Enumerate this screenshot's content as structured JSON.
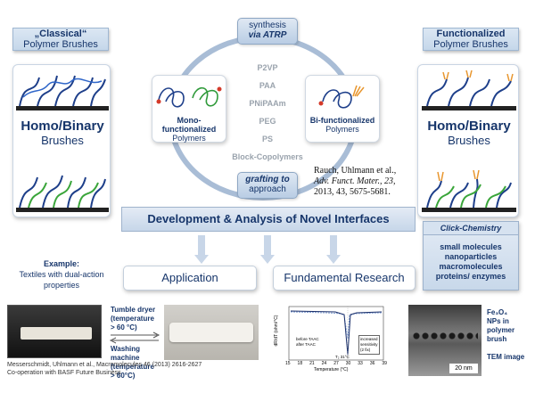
{
  "left_header": {
    "line1": "„Classical“",
    "line2": "Polymer Brushes"
  },
  "right_header": {
    "line1": "Functionalized",
    "line2": "Polymer Brushes"
  },
  "left_panel": {
    "title_bold": "Homo/Binary",
    "title_normal": "Brushes"
  },
  "right_panel": {
    "title_bold": "Homo/Binary",
    "title_normal": "Brushes"
  },
  "synthesis": {
    "line1": "synthesis",
    "line2": "via ATRP"
  },
  "grafting": {
    "line1": "grafting to",
    "line2": "approach"
  },
  "polymers": [
    "P2VP",
    "PAA",
    "PNiPAAm",
    "PEG",
    "PS",
    "Block-Copolymers"
  ],
  "mono": {
    "bold": "Mono-functionalized",
    "normal": "Polymers"
  },
  "bi": {
    "bold": "Bi-functionalized",
    "normal": "Polymers"
  },
  "reference": {
    "line1": "Rauch, Uhlmann et al.,",
    "line2": "Adv. Funct. Mater., 23,",
    "line3": "2013, 43, 5675-5681."
  },
  "banner": "Development & Analysis of Novel Interfaces",
  "click_chemistry": {
    "title": "Click-Chemistry",
    "items": [
      "small molecules",
      "nanoparticles",
      "macromolecules",
      "proteins/ enzymes"
    ]
  },
  "application": "Application",
  "fundamental": "Fundamental Research",
  "example": {
    "title": "Example:",
    "line2": "Textiles with dual-action",
    "line3": "properties"
  },
  "tumble": {
    "l1": "Tumble dryer",
    "l2": "(temperature",
    "l3": "> 60 °C)"
  },
  "washing": {
    "l1": "Washing",
    "l2": "machine",
    "l3": "(temperature",
    "l4": "> 60°C)"
  },
  "footnote": {
    "l1": "Messerschmidt, Uhlmann et al., Macromolecules 46 (2013) 2616-2627",
    "l2": "Co-operation with BASF Future Business"
  },
  "fe3o4": {
    "l1": "Fe₃O₄",
    "l2": "NPs in",
    "l3": "polymer",
    "l4": "brush"
  },
  "tem": {
    "label": "TEM image",
    "scale": "20 nm"
  },
  "mini_chart": {
    "ylabel": "dR/dT (ohm/°C)",
    "xlabel": "Temperature (°C)",
    "xticks": [
      "15",
      "18",
      "21",
      "24",
      "27",
      "30",
      "33",
      "36",
      "39"
    ],
    "legend": [
      "before TAAC",
      "after TAAC"
    ],
    "annotation": [
      "increased",
      "sensitivity",
      "(2 fix)"
    ],
    "peak": "T₂ 31°C"
  },
  "colors": {
    "navy": "#17366b",
    "accent": "#c0392b"
  }
}
